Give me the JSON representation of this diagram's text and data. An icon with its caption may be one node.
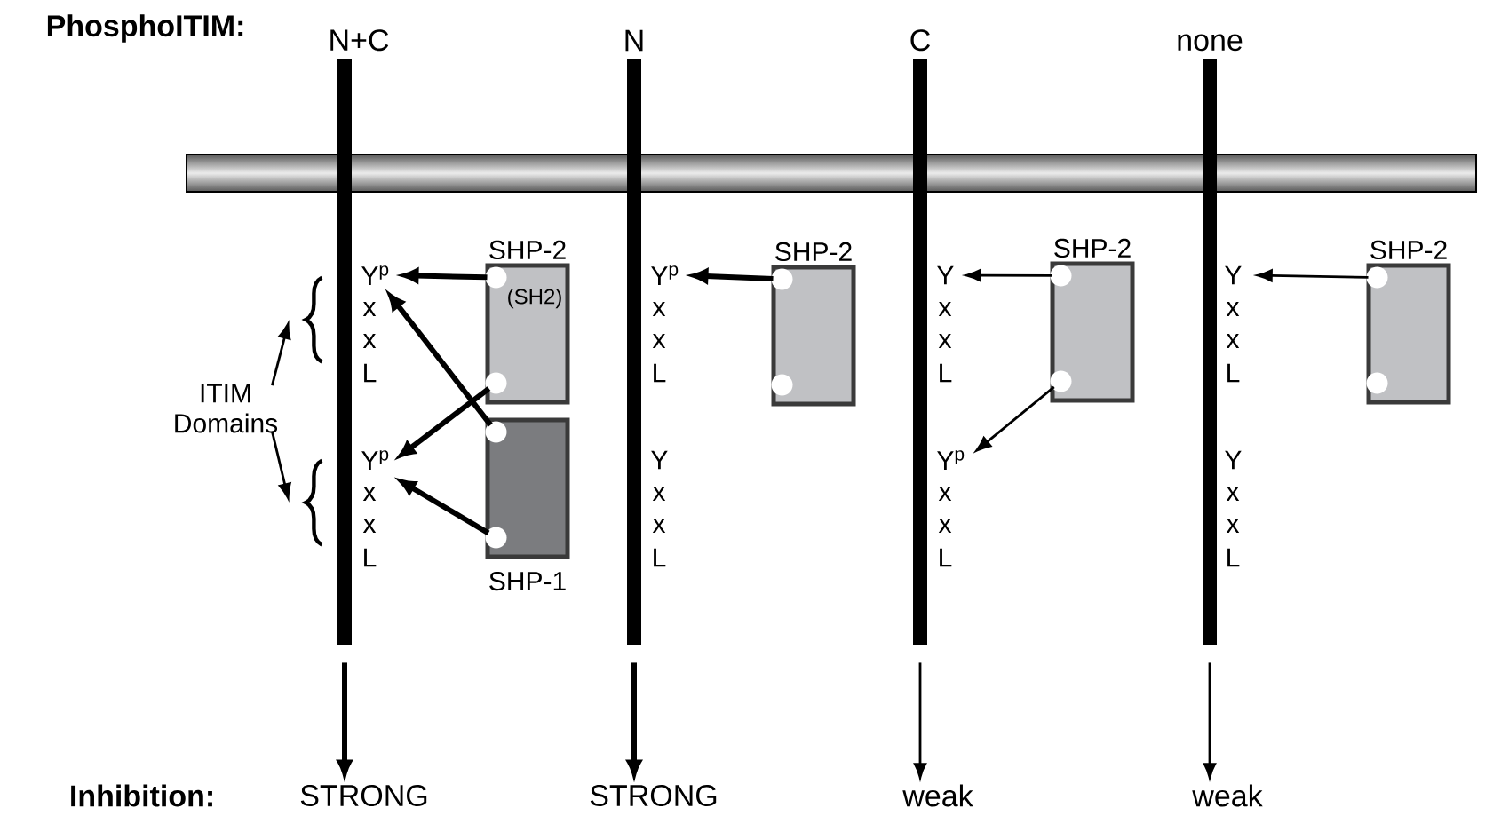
{
  "diagram": {
    "nodes": [
      {
        "text": [
          "ITIM Domains"
        ]
      },
      {
        "text": [],
        "shape": "brace"
      },
      {
        "text": [],
        "shape": "brace"
      },
      {
        "text": [
          "Y$^{p}$"
        ]
      },
      {
        "text": [
          "Y$^{p}$"
        ]
      },
      {
        "text": [
          "SHP-2",
          "(SH2)"
        ]
      },
      {
        "text": [
          "SHP-1"
        ]
      },
      {
        "text": [
          "Y$^{p}$"
        ]
      },
      {
        "text": [
          "Y"
        ]
      },
      {
        "text": [
          "SHP-2"
        ]
      },
      {
        "text": [
          "Y"
        ]
      },
      {
        "text": [
          "Y$^{p}$"
        ]
      },
      {
        "text": [
          "SHP-2"
        ]
      },
      {
        "text": [
          "Y"
        ]
      },
      {
        "text": [
          "Y"
        ]
      },
      {
        "text": [
          "SHP-2"
        ]
      },
      {
        "text": [],
        "shape": "bar",
        "beside": [
          "N+C"
        ]
      },
      {
        "text": [],
        "shape": "bar",
        "beside": [
          "N"
        ]
      },
      {
        "text": [],
        "shape": "bar",
        "beside": [
          "C"
        ]
      },
      {
        "text": [],
        "shape": "bar",
        "beside": [
          "none"
        ]
      },
      {
        "text": [
          "STRONG"
        ]
      },
      {
        "text": [
          "STRONG"
        ]
      },
      {
        "text": [
          "weak"
        ]
      },
      {
        "text": [
          "weak"
        ]
      }
    ],
    "edges": [
      {
        "from": 0,
        "to": 1,
        "arrow": "to"
      },
      {
        "from": 0,
        "to": 2,
        "arrow": "to"
      },
      {
        "from": 5,
        "to": 3,
        "arrow": "to",
        "style": "thick"
      },
      {
        "from": 6,
        "to": 3,
        "arrow": "to",
        "style": "thick"
      },
      {
        "from": 5,
        "to": 4,
        "arrow": "to",
        "style": "thick"
      },
      {
        "from": 6,
        "to": 4,
        "arrow": "to",
        "style": "thick"
      },
      {
        "from": 9,
        "to": 7,
        "arrow": "to",
        "style": "thick"
      },
      {
        "from": 12,
        "to": 10,
        "arrow": "to"
      },
      {
        "from": 12,
        "to": 11,
        "arrow": "to"
      },
      {
        "from": 15,
        "to": 13,
        "arrow": "to"
      },
      {
        "from": 16,
        "to": 20,
        "arrow": "to",
        "style": "thick"
      },
      {
        "from": 17,
        "to": 21,
        "arrow": "to",
        "style": "thick"
      },
      {
        "from": 18,
        "to": 22,
        "arrow": "to"
      },
      {
        "from": 19,
        "to": 23,
        "arrow": "to"
      }
    ],
    "labels": [
      "PhosphoITIM:",
      "x",
      "x",
      "L",
      "x",
      "x",
      "L",
      "x",
      "x",
      "L",
      "x",
      "x",
      "L",
      "x",
      "x",
      "L",
      "x",
      "x",
      "L",
      "x",
      "x",
      "L",
      "x",
      "x",
      "L",
      "Inhibition:"
    ]
  }
}
